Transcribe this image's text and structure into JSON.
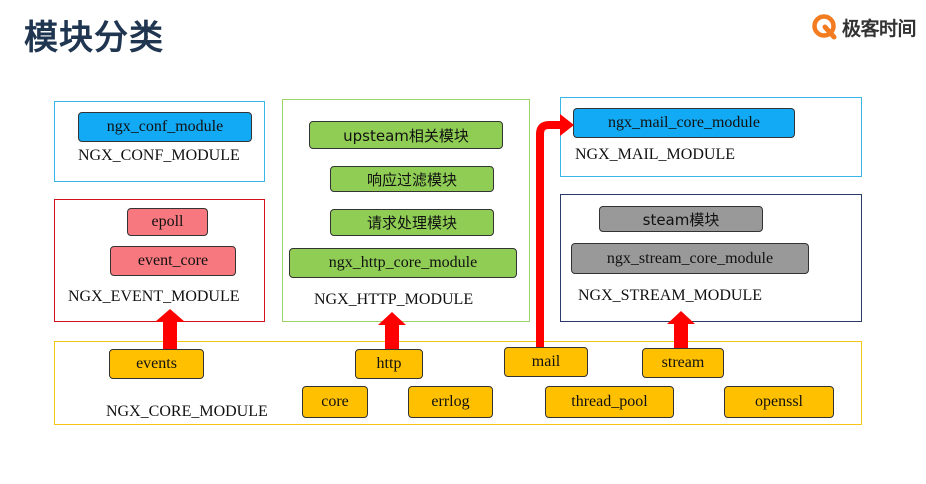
{
  "title": "模块分类",
  "logo": {
    "text": "极客时间",
    "mark_color": "#f47c20"
  },
  "colors": {
    "conf_node": "#12aaf5",
    "event_node": "#f7787e",
    "http_node": "#8fcd55",
    "stream_node": "#999999",
    "core_node": "#ffc000",
    "arrow": "#ff0000"
  },
  "groups": {
    "conf": {
      "label": "NGX_CONF_MODULE",
      "nodes": [
        "ngx_conf_module"
      ]
    },
    "event": {
      "label": "NGX_EVENT_MODULE",
      "nodes": [
        "epoll",
        "event_core"
      ]
    },
    "http": {
      "label": "NGX_HTTP_MODULE",
      "nodes": [
        "upsteam相关模块",
        "响应过滤模块",
        "请求处理模块",
        "ngx_http_core_module"
      ]
    },
    "mail": {
      "label": "NGX_MAIL_MODULE",
      "nodes": [
        "ngx_mail_core_module"
      ]
    },
    "stream": {
      "label": "NGX_STREAM_MODULE",
      "nodes": [
        "steam模块",
        "ngx_stream_core_module"
      ]
    },
    "core": {
      "label": "NGX_CORE_MODULE",
      "nodes": [
        "events",
        "http",
        "mail",
        "stream",
        "core",
        "errlog",
        "thread_pool",
        "openssl"
      ]
    }
  },
  "arrows": [
    {
      "from": "events",
      "to": "NGX_EVENT_MODULE"
    },
    {
      "from": "http",
      "to": "NGX_HTTP_MODULE"
    },
    {
      "from": "mail",
      "to": "ngx_mail_core_module"
    },
    {
      "from": "stream",
      "to": "NGX_STREAM_MODULE"
    }
  ]
}
